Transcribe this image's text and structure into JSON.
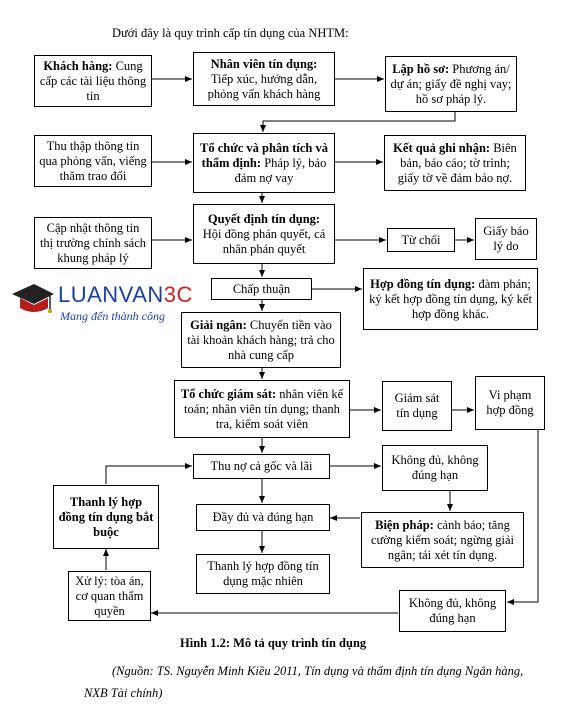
{
  "intro": "Dưới đây là quy trình cấp tín dụng của NHTM:",
  "boxes": {
    "khach_hang": {
      "bold": "Khách hàng:",
      "text": " Cung cấp các tài liệu thông tin"
    },
    "nhan_vien": {
      "bold": "Nhân viên tín dụng:",
      "text": "Tiếp xúc, hướng dẫn, phỏng vấn khách hàng"
    },
    "lap_ho_so": {
      "bold": "Lập hồ sơ:",
      "text": " Phương án/ dự án; giấy đề nghị vay; hồ sơ pháp lý."
    },
    "thu_thap": {
      "text": "Thu thập thông tin qua phỏng vấn, viếng thăm trao đổi"
    },
    "to_chuc": {
      "bold": "Tổ chức và phân tích và thẩm định:",
      "text": " Pháp lý, bảo đảm nợ vay"
    },
    "ket_qua": {
      "bold": "Kết quả ghi nhận:",
      "text": " Biên bản, báo cáo; tờ trình; giấy tờ về đảm bảo nợ."
    },
    "cap_nhat": {
      "text": "Cập nhật thông tin thị trường chính sách khung pháp lý"
    },
    "quyet_dinh": {
      "bold": "Quyết định tín dụng:",
      "text": "Hội đồng phán quyết, cá nhân phán quyết"
    },
    "tu_choi": {
      "text": "Từ chối"
    },
    "giay_bao": {
      "text": "Giấy báo lý do"
    },
    "chap_thuan": {
      "text": "Chấp thuận"
    },
    "hop_dong": {
      "bold": "Hợp đồng tín dụng:",
      "text": " đàm phán; ký kết hợp đồng tín dụng, ký kết hợp đồng khác."
    },
    "giai_ngan": {
      "bold": "Giải ngân:",
      "text": " Chuyển tiền vào tài khoản khách hàng; trả cho nhà cung cấp"
    },
    "giam_sat": {
      "bold": "Tổ chức giám sát:",
      "text": " nhân viên kế toán; nhân viên tín dụng; thanh tra, kiểm soát viên"
    },
    "giam_sat_td": {
      "text": "Giám sát tín dụng"
    },
    "vi_pham": {
      "text": "Vi phạm hợp đồng"
    },
    "thu_no": {
      "text": "Thu nợ cả gốc và lãi"
    },
    "khong_du_1": {
      "text": "Không đủ, không đúng hạn"
    },
    "thanh_ly_bb": {
      "bold": "Thanh lý hợp đồng tín dụng bắt buộc",
      "text": ""
    },
    "day_du": {
      "text": "Đầy đủ và đúng hạn"
    },
    "bien_phap": {
      "bold": "Biện pháp:",
      "text": " cảnh báo; tăng cường kiểm soát; ngừng giải ngân; tái xét tín dụng."
    },
    "thanh_ly_mn": {
      "text": "Thanh lý hợp đồng tín dụng mặc nhiên"
    },
    "xu_ly": {
      "text": "Xử lý: tòa án, cơ quan thẩm quyền"
    },
    "khong_du_2": {
      "text": "Không đủ, không đúng hạn"
    }
  },
  "logo": {
    "brand_main": "LUANVAN",
    "brand_accent": "3C",
    "slogan": "Mang đến thành công"
  },
  "caption": "Hình 1.2: Mô tả quy trình tín dụng",
  "source": "(Nguồn: TS. Nguyễn Minh Kiều 2011, Tín dụng và thẩm định tín dụng Ngân hàng, NXB Tài chính)"
}
